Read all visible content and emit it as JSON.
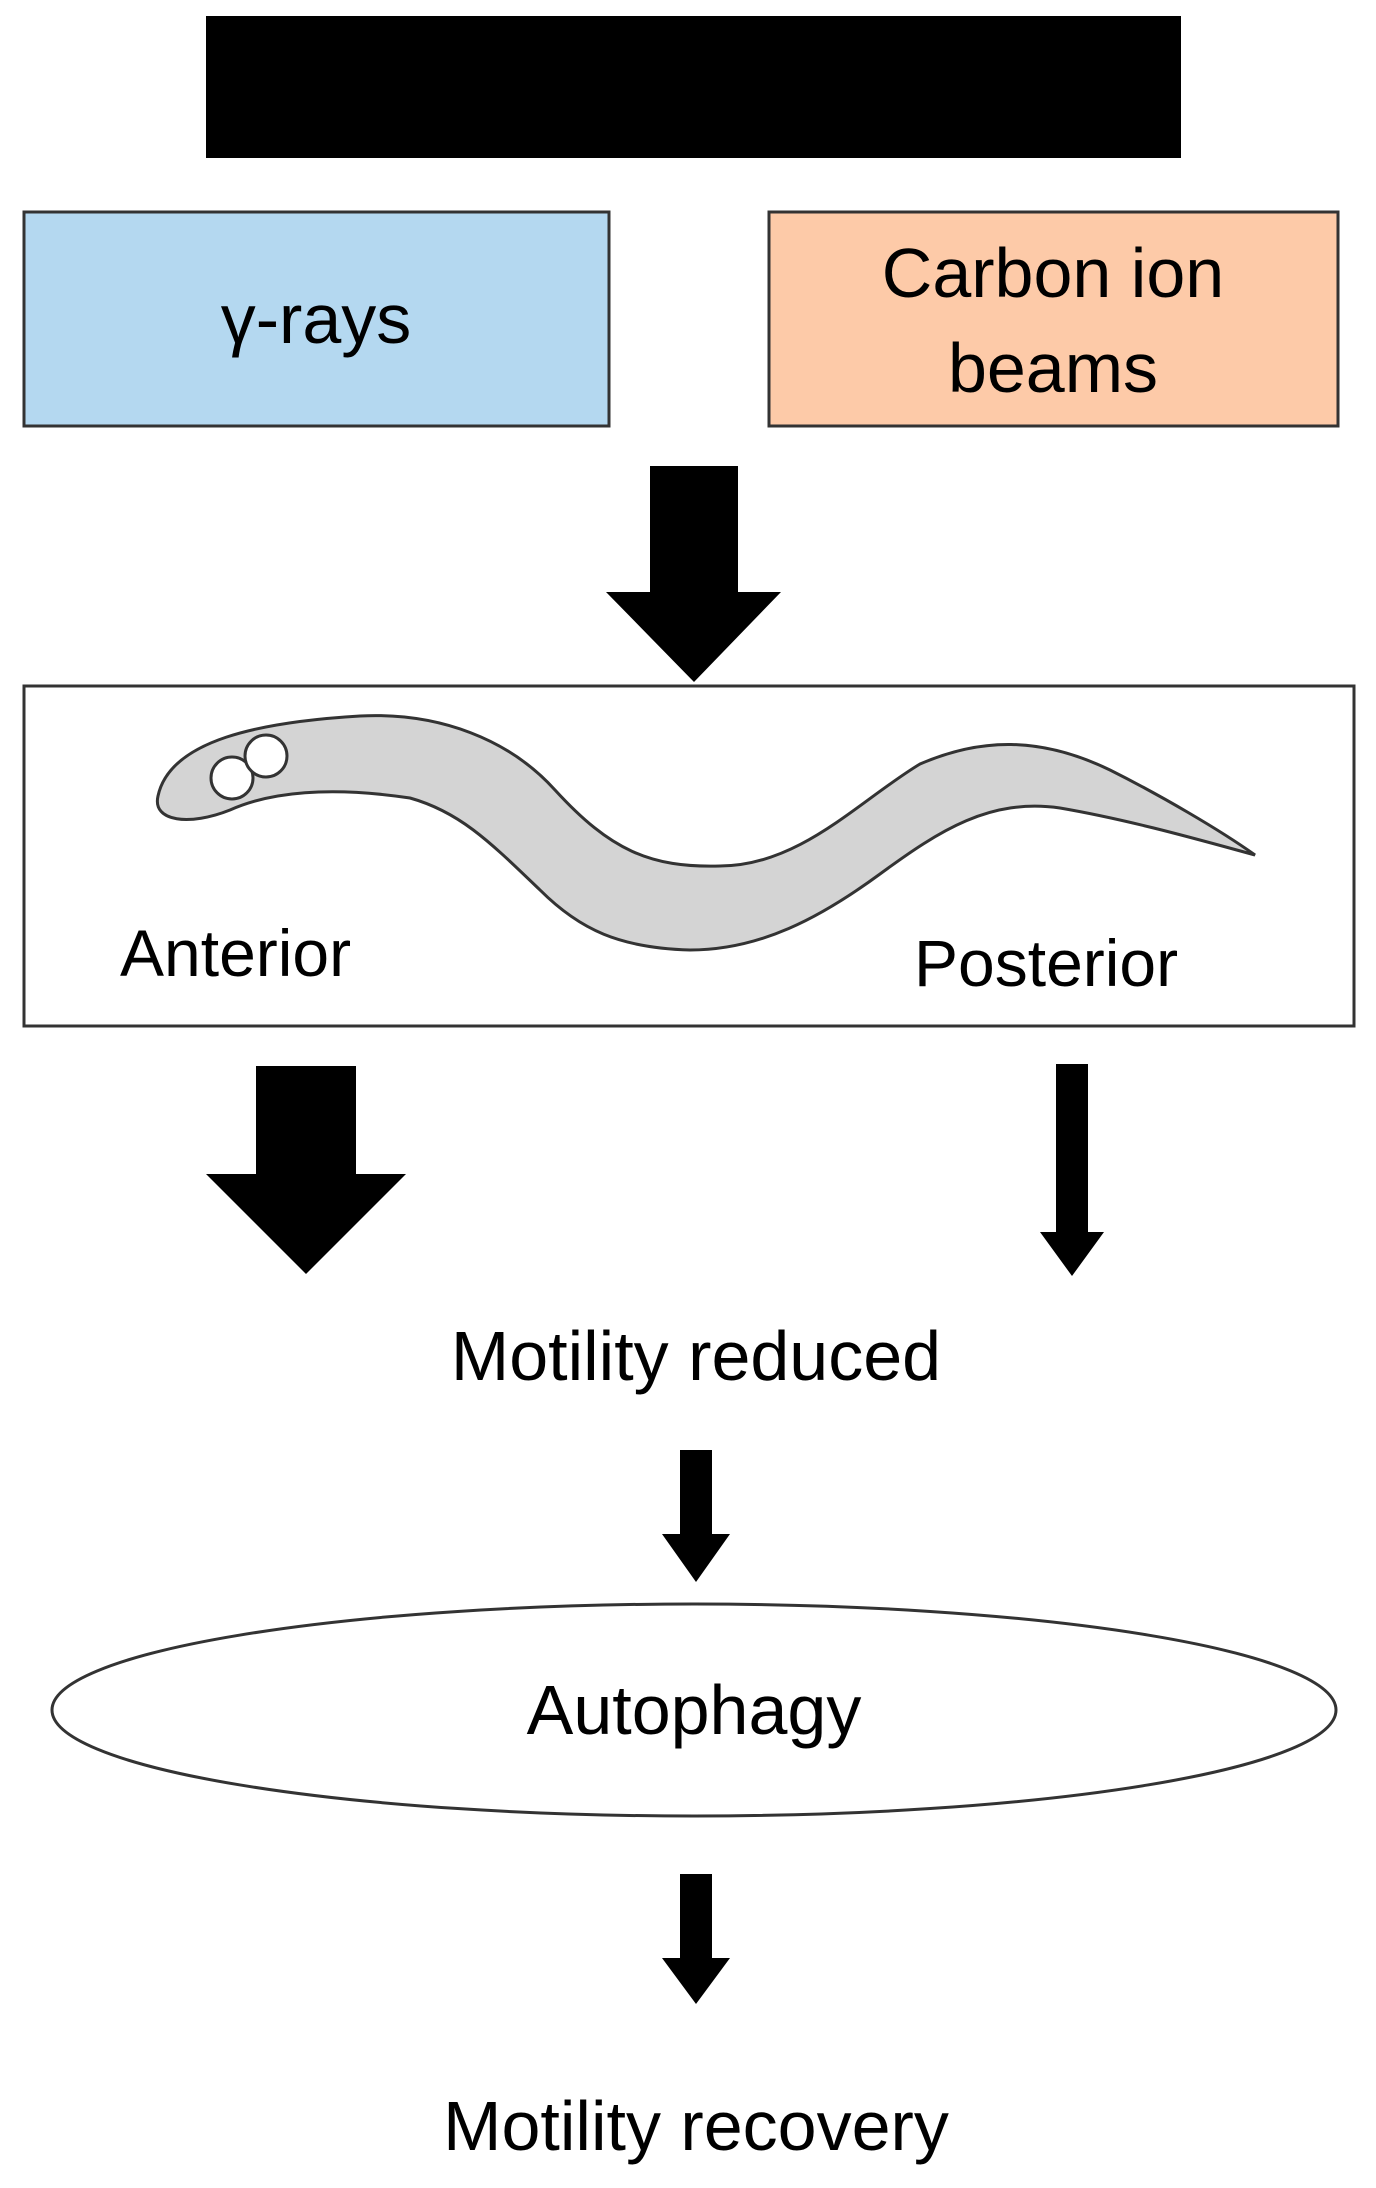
{
  "title": "High Dose Irradiation",
  "sources": {
    "gamma": "γ-rays",
    "carbon_line1": "Carbon ion",
    "carbon_line2": "beams"
  },
  "worm": {
    "anterior": "Anterior",
    "posterior": "Posterior"
  },
  "steps": {
    "reduced": "Motility reduced",
    "autophagy": "Autophagy",
    "recovery": "Motility recovery"
  },
  "colors": {
    "title_bg": "#000000",
    "title_text": "#ffffff",
    "gamma_fill": "#b4d8f0",
    "carbon_fill": "#fdcaa8",
    "worm_fill": "#d4d4d4",
    "arrow": "#000000"
  },
  "icons": {
    "worm": "c-elegans-worm-icon",
    "arrow": "down-arrow-icon"
  }
}
